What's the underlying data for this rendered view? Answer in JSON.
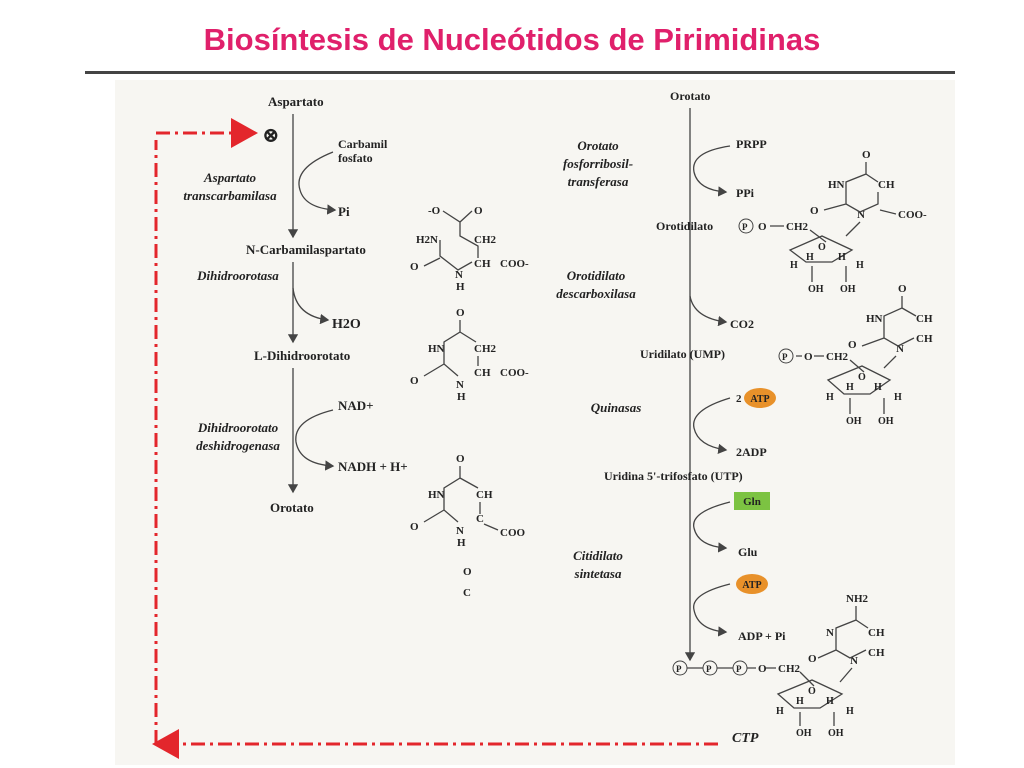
{
  "slide": {
    "title": "Biosíntesis de Nucleótidos de Pirimidinas"
  },
  "colors": {
    "title": "#e0206b",
    "feedback_arrow": "#e3262c",
    "atp_fill": "#e8912a",
    "gln_fill": "#7cc342"
  },
  "left_pathway": {
    "compounds": [
      "Aspartato",
      "N-Carbamilaspartato",
      "L-Dihidroorotato",
      "Orotato"
    ],
    "enzymes": [
      {
        "lines": [
          "Aspartato",
          "transcarbamilasa"
        ]
      },
      {
        "lines": [
          "Dihidroorotasa"
        ]
      },
      {
        "lines": [
          "Dihidroorotato",
          "deshidrogenasa"
        ]
      }
    ],
    "side": {
      "carbamil": [
        "Carbamil",
        "fosfato"
      ],
      "pi": "Pi",
      "h2o": "H2O",
      "nad": "NAD+",
      "nadh": "NADH + H+"
    },
    "inhibition_symbol": "⊗"
  },
  "structures": {
    "carbamilaspartato": {
      "o_minus": "-O",
      "o": "O",
      "h2n": "H2N",
      "ch2": "CH2",
      "ch": "CH",
      "coo": "COO-",
      "nh": "N",
      "h": "H"
    },
    "dihidroorotato": {
      "o": "O",
      "hn": "HN",
      "ch2": "CH2",
      "ch": "CH",
      "coo": "COO-",
      "n": "N",
      "h": "H"
    },
    "orotato": {
      "o": "O",
      "hn": "HN",
      "ch": "CH",
      "c": "C",
      "coo": "COO",
      "n": "N",
      "h": "H",
      "sub_o": "O",
      "sub_c": "C"
    }
  },
  "right_pathway": {
    "compounds": [
      "Orotato",
      "Orotidilato",
      "Uridilato (UMP)",
      "Uridina 5'-trifosfato (UTP)",
      "CTP"
    ],
    "enzymes": [
      {
        "lines": [
          "Orotato",
          "fosforribosil-",
          "transferasa"
        ]
      },
      {
        "lines": [
          "Orotidilato",
          "descarboxilasa"
        ]
      },
      {
        "lines": [
          "Quinasas"
        ]
      },
      {
        "lines": [
          "Citidilato",
          "sintetasa"
        ]
      }
    ],
    "side": {
      "prpp": "PRPP",
      "ppi": "PPi",
      "co2": "CO2",
      "atp2": "ATP",
      "atp2_prefix": "2",
      "adp2": "2ADP",
      "gln": "Gln",
      "glu": "Glu",
      "atp": "ATP",
      "adp_pi": "ADP + Pi"
    },
    "phosphate": "P",
    "ch2": "CH2",
    "ring_labels": {
      "o": "O",
      "h": "H",
      "oh": "OH",
      "nh2": "NH2",
      "hn": "HN",
      "ch": "CH",
      "n": "N",
      "coo": "COO-"
    }
  }
}
